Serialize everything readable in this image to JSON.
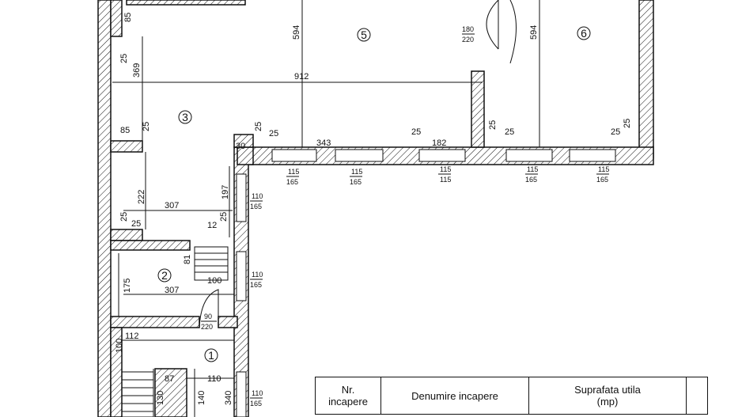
{
  "rooms": [
    "1",
    "2",
    "3",
    "5",
    "6"
  ],
  "dims": {
    "d912": "912",
    "d594a": "594",
    "d594b": "594",
    "d369": "369",
    "d85a": "85",
    "d25a": "25",
    "d85b": "85",
    "d25b": "25",
    "d25c": "25",
    "d25d": "25",
    "d30": "30",
    "d343": "343",
    "d25e": "25",
    "d182": "182",
    "d25f": "25",
    "d25g": "25",
    "d25h": "25",
    "d25i": "25",
    "d222": "222",
    "d197": "197",
    "d307a": "307",
    "d25j": "25",
    "d25k": "25",
    "d12": "12",
    "d25l": "25",
    "d81": "81",
    "d175": "175",
    "d100a": "100",
    "d307b": "307",
    "d100b": "100",
    "d112": "112",
    "d87": "87",
    "d110": "110",
    "d130": "130",
    "d140": "140",
    "d340": "340"
  },
  "openings": [
    {
      "top": "180",
      "bottom": "220"
    },
    {
      "top": "115",
      "bottom": "165"
    },
    {
      "top": "115",
      "bottom": "165"
    },
    {
      "top": "115",
      "bottom": "115"
    },
    {
      "top": "115",
      "bottom": "165"
    },
    {
      "top": "115",
      "bottom": "165"
    },
    {
      "top": "110",
      "bottom": "165"
    },
    {
      "top": "110",
      "bottom": "165"
    },
    {
      "top": "90",
      "bottom": "220"
    },
    {
      "top": "110",
      "bottom": "165"
    }
  ],
  "table": {
    "col1_line1": "Nr.",
    "col1_line2": "incapere",
    "col2": "Denumire incapere",
    "col3_line1": "Suprafata utila",
    "col3_line2": "(mp)"
  }
}
